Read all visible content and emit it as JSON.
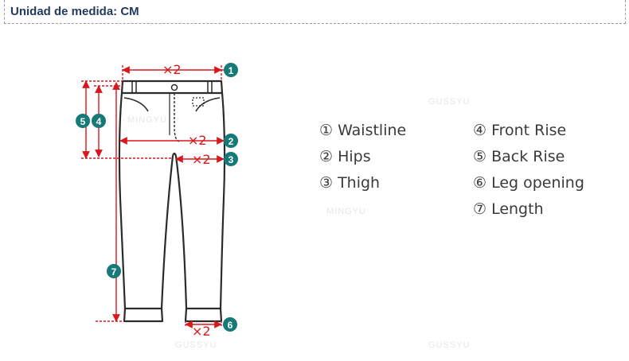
{
  "header": {
    "title": "Unidad de medida: CM"
  },
  "diagram": {
    "factor_label": "×2",
    "markers": [
      {
        "num": "1",
        "glyph": "1"
      },
      {
        "num": "2",
        "glyph": "2"
      },
      {
        "num": "3",
        "glyph": "3"
      },
      {
        "num": "4",
        "glyph": "4"
      },
      {
        "num": "5",
        "glyph": "5"
      },
      {
        "num": "6",
        "glyph": "6"
      },
      {
        "num": "7",
        "glyph": "7"
      }
    ]
  },
  "legend": [
    {
      "label": "① Waistline"
    },
    {
      "label": "② Hips"
    },
    {
      "label": "③ Thigh"
    },
    {
      "label": "④ Front Rise"
    },
    {
      "label": "⑤ Back Rise"
    },
    {
      "label": "⑥ Leg opening"
    },
    {
      "label": "⑦ Length"
    }
  ],
  "watermarks": [
    "MINGYU",
    "GUSSYU",
    "MINGYU",
    "GUSSYU",
    "GUSSYU"
  ],
  "colors": {
    "arrow": "#d7191c",
    "marker": "#157a78",
    "header_text": "#1f3a5c"
  }
}
